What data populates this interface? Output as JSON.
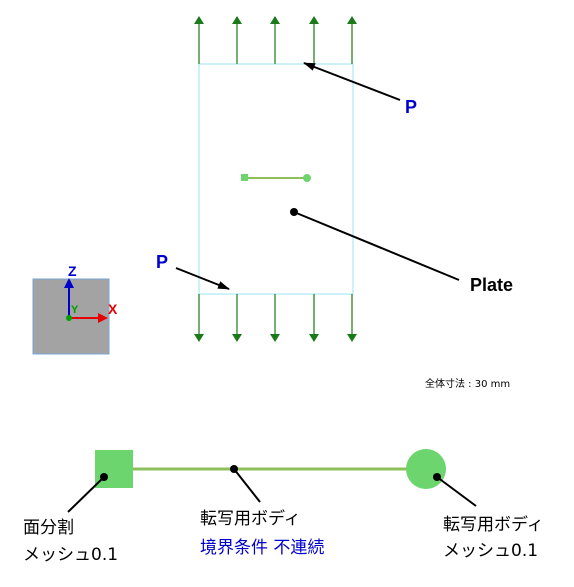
{
  "labels": {
    "p_top": "P",
    "p_bottom": "P",
    "plate": "Plate",
    "dimension_note": "全体寸法 : 30 mm",
    "face_split_line1": "面分割",
    "face_split_line2": "メッシュ0.1",
    "transfer_body_line1": "転写用ボディ",
    "transfer_body_line2": "境界条件 不連続",
    "transfer_mesh_line1": "転写用ボディ",
    "transfer_mesh_line2": "メッシュ0.1"
  },
  "axis_triad": {
    "z": "Z",
    "y": "Y",
    "x": "X"
  },
  "colors": {
    "load_arrow": "#1a7a1a",
    "plate_edge": "#99e6f2",
    "body_line": "#8fbf5a",
    "body_green": "#6dd56d",
    "label_blue": "#0000cc",
    "triad_bg": "#a3a3a3",
    "axis_x": "#e60000",
    "axis_y": "#00a000",
    "axis_z": "#0000cc"
  },
  "load_arrows": {
    "count_per_edge": 5,
    "direction": "outward"
  }
}
